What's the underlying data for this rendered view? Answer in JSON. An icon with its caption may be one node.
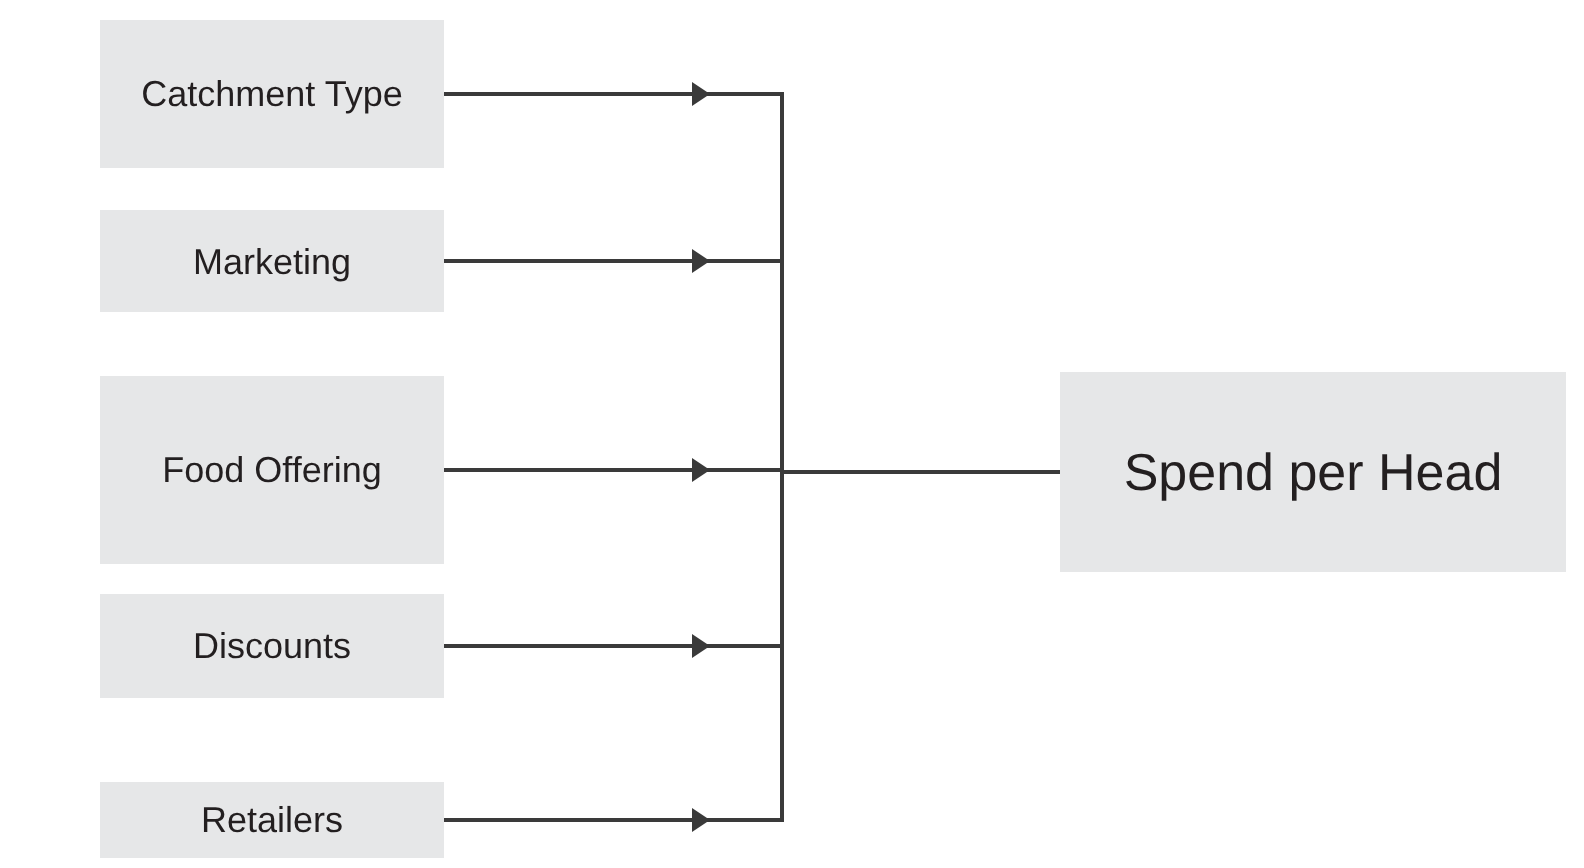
{
  "diagram": {
    "nodes": [
      {
        "text": [
          "Catchment Type"
        ]
      },
      {
        "text": [
          "Marketing"
        ]
      },
      {
        "text": [
          "Food Offering"
        ]
      },
      {
        "text": [
          "Discounts"
        ]
      },
      {
        "text": [
          "Retailers"
        ]
      },
      {
        "text": [
          "Spend per Head"
        ]
      }
    ],
    "edges": [
      {
        "from": 0,
        "to": 5,
        "arrow": "to"
      },
      {
        "from": 1,
        "to": 5,
        "arrow": "to"
      },
      {
        "from": 2,
        "to": 5,
        "arrow": "to"
      },
      {
        "from": 3,
        "to": 5,
        "arrow": "to"
      },
      {
        "from": 4,
        "to": 5,
        "arrow": "to"
      }
    ]
  }
}
